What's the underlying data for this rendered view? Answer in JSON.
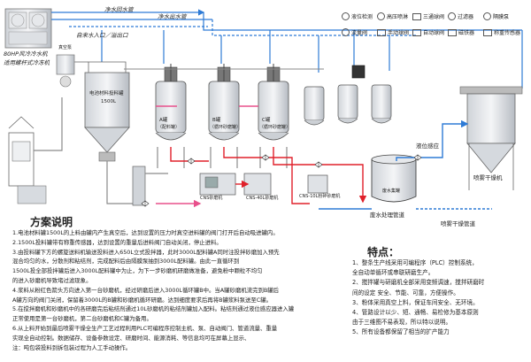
{
  "legend": {
    "items": [
      {
        "label": "液位检测",
        "shape": "circle"
      },
      {
        "label": "高压喷淋",
        "shape": "circle"
      },
      {
        "label": "三通球阀",
        "shape": "valve"
      },
      {
        "label": "过滤器",
        "shape": "circle"
      },
      {
        "label": "隔膜泵",
        "shape": "circle"
      },
      {
        "label": "流量阀",
        "shape": "circle"
      },
      {
        "label": "手动球阀",
        "shape": "valve"
      },
      {
        "label": "自动球阀",
        "shape": "valve"
      },
      {
        "label": "磁铁器",
        "shape": "square"
      },
      {
        "label": "称重传感器",
        "shape": "square"
      }
    ]
  },
  "labels": {
    "cold_water_return": "净水回水管",
    "cold_water_supply": "净水出水管",
    "clean_water_in_out": "自来水入口／溢出口",
    "chiller": "80HP风冷冷水机",
    "chiller_sub": "适用螺杆式冷冻机",
    "feed_tank": "电池材料投料罐",
    "feed_tank_volume": "1500L",
    "vacuum_pump": "真空泵",
    "tank_a": "A罐",
    "tank_a_sub": "（配料罐）",
    "tank_b": "B罐",
    "tank_b_sub": "（循环砂磨罐）",
    "tank_c": "C罐",
    "tank_c_sub": "（循环砂磨罐）",
    "mill_1": "CNS砂磨机",
    "mill_2": "CNS-40L砂磨机",
    "mill_3": "CNS-10L粉碎砂磨机",
    "liquid_sensor": "液位感应",
    "spray_dryer": "喷雾干燥机",
    "spray_dryer_line": "喷雾干燥管道",
    "waste_pipe": "废水处理管道",
    "waste_tank": "废水集罐"
  },
  "plan": {
    "title": "方案说明",
    "lines": [
      "1.电池材料罐1500L的上料由罐内产生真空后，达到设置的压力时真空进料罐的阀门打开后自动吸进罐内。",
      "2.1500L投料罐带有称重传感器，达到设置的重量后进料阀门自动关闭，停止进料。",
      "3.由投料罐下方的螺旋送料机输送投料进入650L立式投拌器，此时3000L配料罐A同时注投拌砂磨加入预先",
      "  混合均匀的水，分散剂和粘结剂，完成配料后由隔膜泵抽到3000L配料罐。由此一直循环到",
      "  1500L投全部投拌罐后进入3000L配料罐中为止，为下一步砂磨机研磨做准备，避免粉中颗粒不均匀",
      "  的进入砂磨机导致堵过滤现象。",
      "4.浆料从粉红色箭头方向进入第一台砂磨机，经过研磨后进入3000L循环罐B中。当A罐砂磨机流完到B罐后",
      "  A罐方向的阀门关闭，保留着3000L的B罐和砂磨机循环研磨。达到细度要求后再将B罐浆料泵送至C罐。",
      "5.在搅拌磨机和砂磨机中的各研磨完后粘结剂通过10L砂磨机的粘结剂罐加入配料。粘结剂通过液位感应器进入罐",
      "  正常使用是第一台砂磨机，第二台砂磨机和C罐为备用。",
      "6.从上料开始到最后喷雾干燥全生产工艺过程利用PLC可编程序控制主机、泵、自动阀门、管道流量、重量",
      "  实现全自动控制。数据储存、设备参数设定、研磨时间、能源消耗、等信息均可在屏幕上显示、",
      "  注：吨包袋投料到拆包装过程为人工手动操作。"
    ]
  },
  "features": {
    "title": "特点：",
    "lines": [
      "1、整条生产线采用可编程序（PLC）控制系统，",
      "   全自动单循环或串联研磨生产。",
      "2、搅拌罐与研磨机全部采用变频调速，搅拌研磨时",
      "   间的设定 安全、节能、可靠，方便操作。",
      "3、粉体采用真空上料，保证车间安全、无环境。",
      "4、管路设计以少、短、通畅、易检修为基本原则",
      "   由于三维图不易表现，所以特以说明。",
      "5、所有设备都保留了相当的扩产能力"
    ]
  },
  "colors": {
    "water_blue": "#2e7bd6",
    "slurry_red": "#e0202a",
    "slurry_pink": "#e8508c",
    "pipe_gray": "#8a8a8a"
  }
}
